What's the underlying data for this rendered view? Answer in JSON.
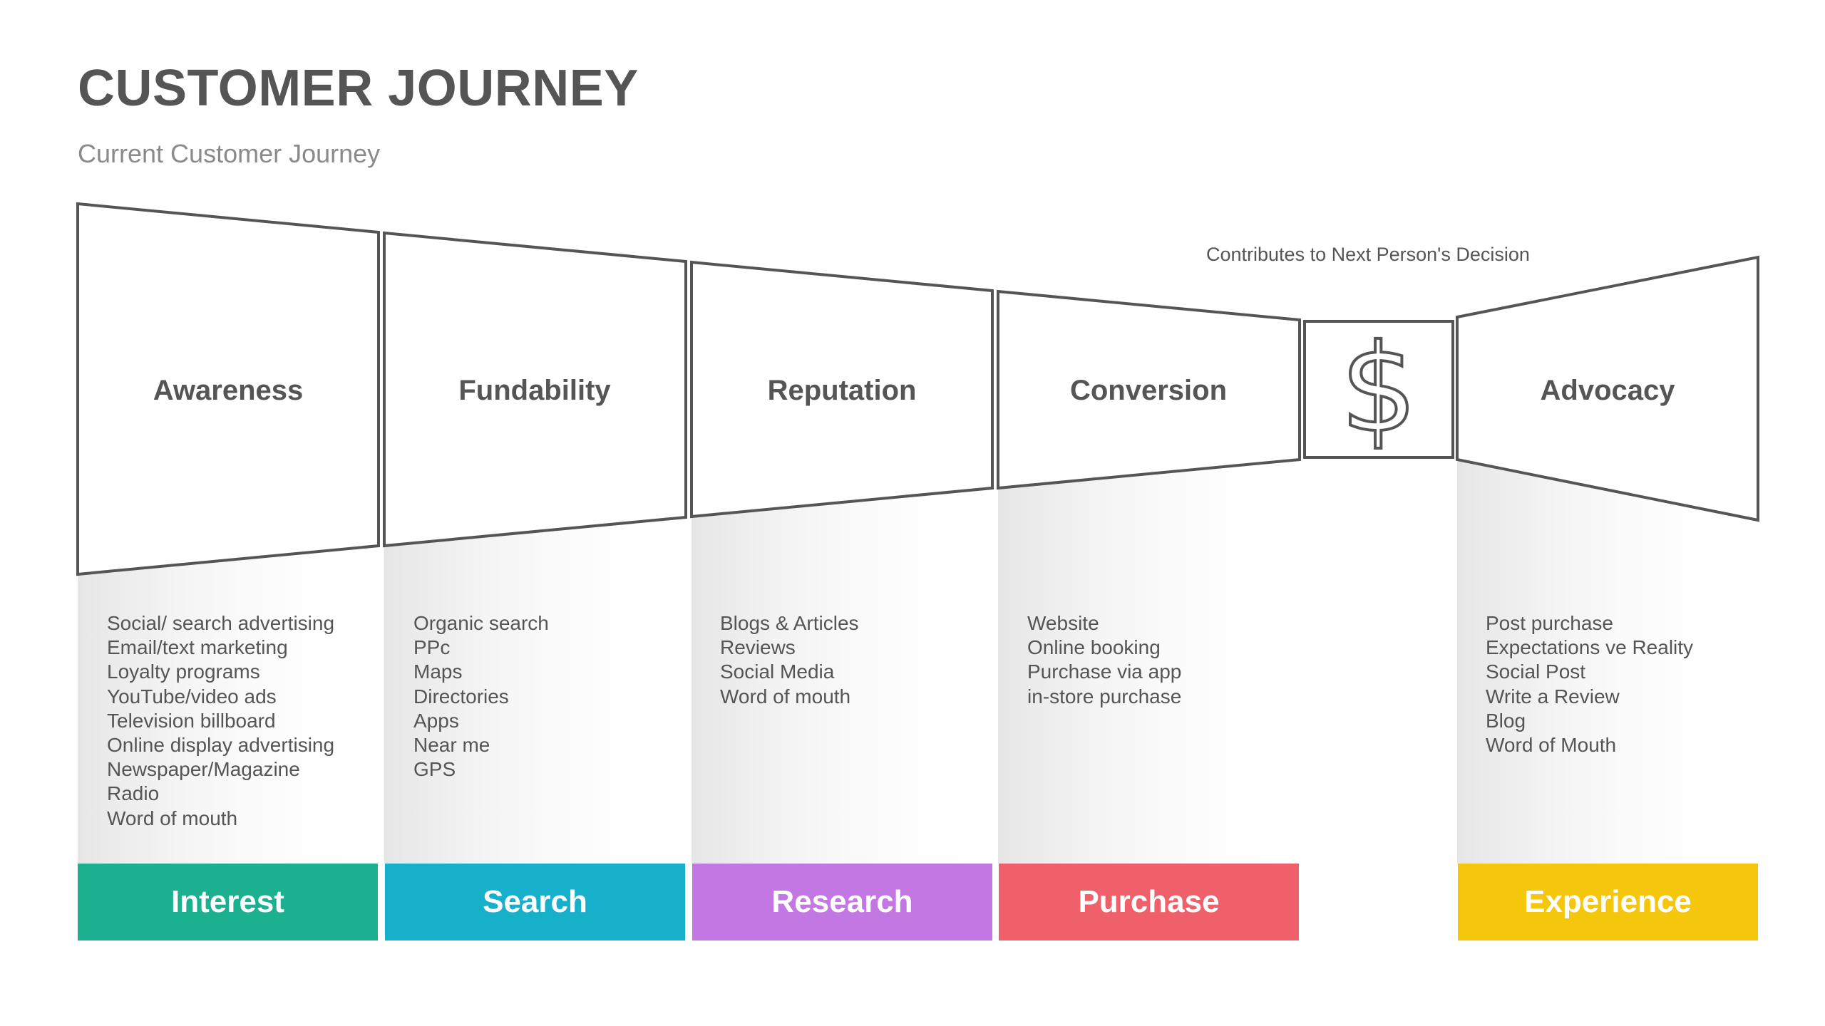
{
  "title": "CUSTOMER JOURNEY",
  "subtitle": "Current Customer Journey",
  "note": "Contributes to Next Person's Decision",
  "center_symbol": "$",
  "stages": [
    {
      "name": "Awareness",
      "items": [
        "Social/ search advertising",
        "Email/text marketing",
        "Loyalty programs",
        "YouTube/video ads",
        "Television billboard",
        "Online display advertising",
        "Newspaper/Magazine",
        "Radio",
        "Word of mouth"
      ],
      "category": "Interest",
      "color": "#1bb08f"
    },
    {
      "name": "Fundability",
      "items": [
        "Organic search",
        "PPc",
        "Maps",
        "Directories",
        "Apps",
        "Near me",
        "GPS"
      ],
      "category": "Search",
      "color": "#17b0ca"
    },
    {
      "name": "Reputation",
      "items": [
        "Blogs & Articles",
        "Reviews",
        "Social Media",
        "Word of mouth"
      ],
      "category": "Research",
      "color": "#c277e3"
    },
    {
      "name": "Conversion",
      "items": [
        "Website",
        "Online booking",
        "Purchase via app",
        "in-store purchase"
      ],
      "category": "Purchase",
      "color": "#f0606b"
    },
    {
      "name": "Advocacy",
      "items": [
        "Post purchase",
        "Expectations ve Reality",
        "Social Post",
        "Write a Review",
        "Blog",
        "Word of Mouth"
      ],
      "category": "Experience",
      "color": "#f4c70c"
    }
  ],
  "colors": {
    "outline": "#555555",
    "text": "#555555",
    "subtitle": "#8a8a8a"
  }
}
